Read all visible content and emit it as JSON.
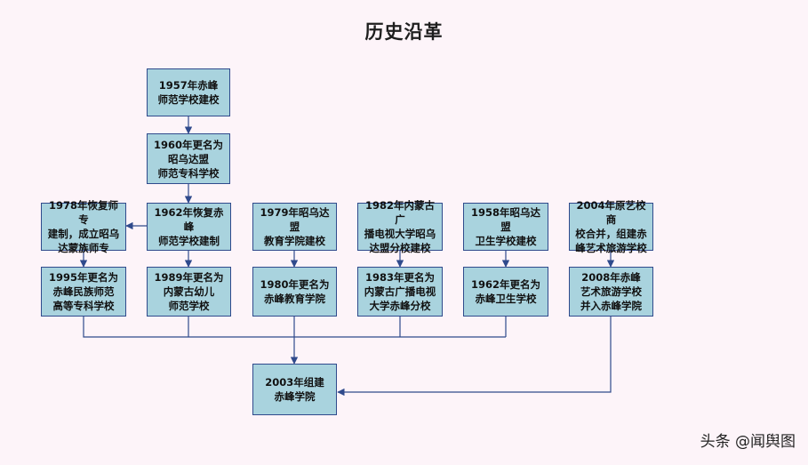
{
  "title": "历史沿革",
  "nodes": {
    "n1957": "1957年赤峰\n师范学校建校",
    "n1960": "1960年更名为\n昭乌达盟\n师范专科学校",
    "n1978": "1978年恢复师专\n建制，成立昭乌\n达蒙族师专",
    "n1962a": "1962年恢复赤峰\n师范学校建制",
    "n1979": "1979年昭乌达盟\n教育学院建校",
    "n1982": "1982年内蒙古广\n播电视大学昭乌\n达盟分校建校",
    "n1958": "1958年昭乌达盟\n卫生学校建校",
    "n2004": "2004年原艺校商\n校合并，组建赤\n峰艺术旅游学校",
    "n1995": "1995年更名为\n赤峰民族师范\n高等专科学校",
    "n1989": "1989年更名为\n内蒙古幼儿\n师范学校",
    "n1980": "1980年更名为\n赤峰教育学院",
    "n1983": "1983年更名为\n内蒙古广播电视\n大学赤峰分校",
    "n1962b": "1962年更名为\n赤峰卫生学校",
    "n2008": "2008年赤峰\n艺术旅游学校\n并入赤峰学院",
    "n2003": "2003年组建\n赤峰学院"
  },
  "watermark": "头条 @闻舆图",
  "colors": {
    "background": "#fdf4f9",
    "node_fill": "#a9d3de",
    "node_border": "#2f4a8c",
    "connector": "#2f4a8c"
  }
}
